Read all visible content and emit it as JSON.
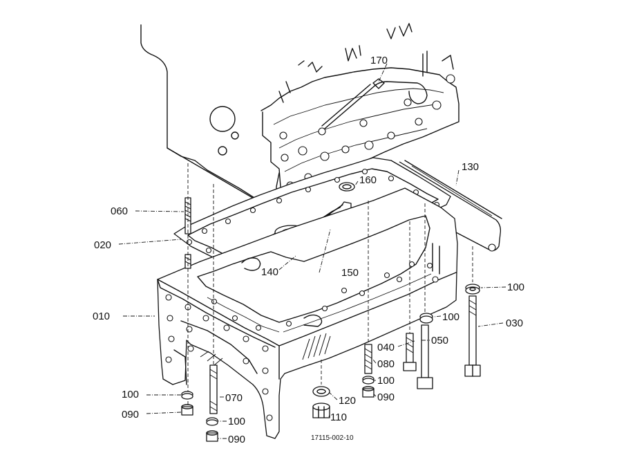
{
  "drawing_number": "17115-002-10",
  "callouts": [
    {
      "id": "010",
      "label": "010",
      "part": "oil pan"
    },
    {
      "id": "020",
      "label": "020",
      "part": "gasket"
    },
    {
      "id": "030",
      "label": "030",
      "part": "long bolt"
    },
    {
      "id": "040",
      "label": "040",
      "part": "stud bolt"
    },
    {
      "id": "050",
      "label": "050",
      "part": "bolt"
    },
    {
      "id": "060",
      "label": "060",
      "part": "stud bolt"
    },
    {
      "id": "070",
      "label": "070",
      "part": "stud bolt"
    },
    {
      "id": "080",
      "label": "080",
      "part": "stud bolt"
    },
    {
      "id": "090a",
      "label": "090",
      "part": "nut"
    },
    {
      "id": "090b",
      "label": "090",
      "part": "nut"
    },
    {
      "id": "090c",
      "label": "090",
      "part": "nut"
    },
    {
      "id": "100a",
      "label": "100",
      "part": "washer"
    },
    {
      "id": "100b",
      "label": "100",
      "part": "washer"
    },
    {
      "id": "100c",
      "label": "100",
      "part": "washer"
    },
    {
      "id": "100d",
      "label": "100",
      "part": "washer"
    },
    {
      "id": "100e",
      "label": "100",
      "part": "washer"
    },
    {
      "id": "110",
      "label": "110",
      "part": "drain plug"
    },
    {
      "id": "120",
      "label": "120",
      "part": "gasket"
    },
    {
      "id": "130",
      "label": "130",
      "part": "plate"
    },
    {
      "id": "140",
      "label": "140",
      "part": "oil strainer"
    },
    {
      "id": "150",
      "label": "150",
      "part": "bolt"
    },
    {
      "id": "160",
      "label": "160",
      "part": "o-ring"
    },
    {
      "id": "170",
      "label": "170",
      "part": "oil gauge"
    }
  ]
}
